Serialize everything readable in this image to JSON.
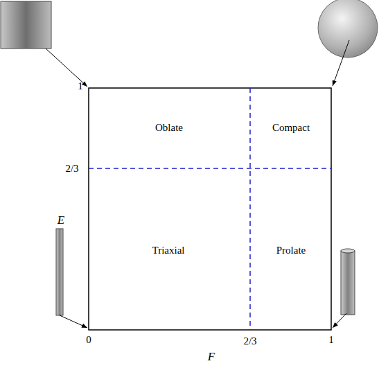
{
  "diagram": {
    "labels": [
      "1",
      "Oblate",
      "Compact",
      "2/3",
      "E",
      "Triaxial",
      "Prolate",
      "0",
      "2/3",
      "1",
      "F"
    ]
  }
}
